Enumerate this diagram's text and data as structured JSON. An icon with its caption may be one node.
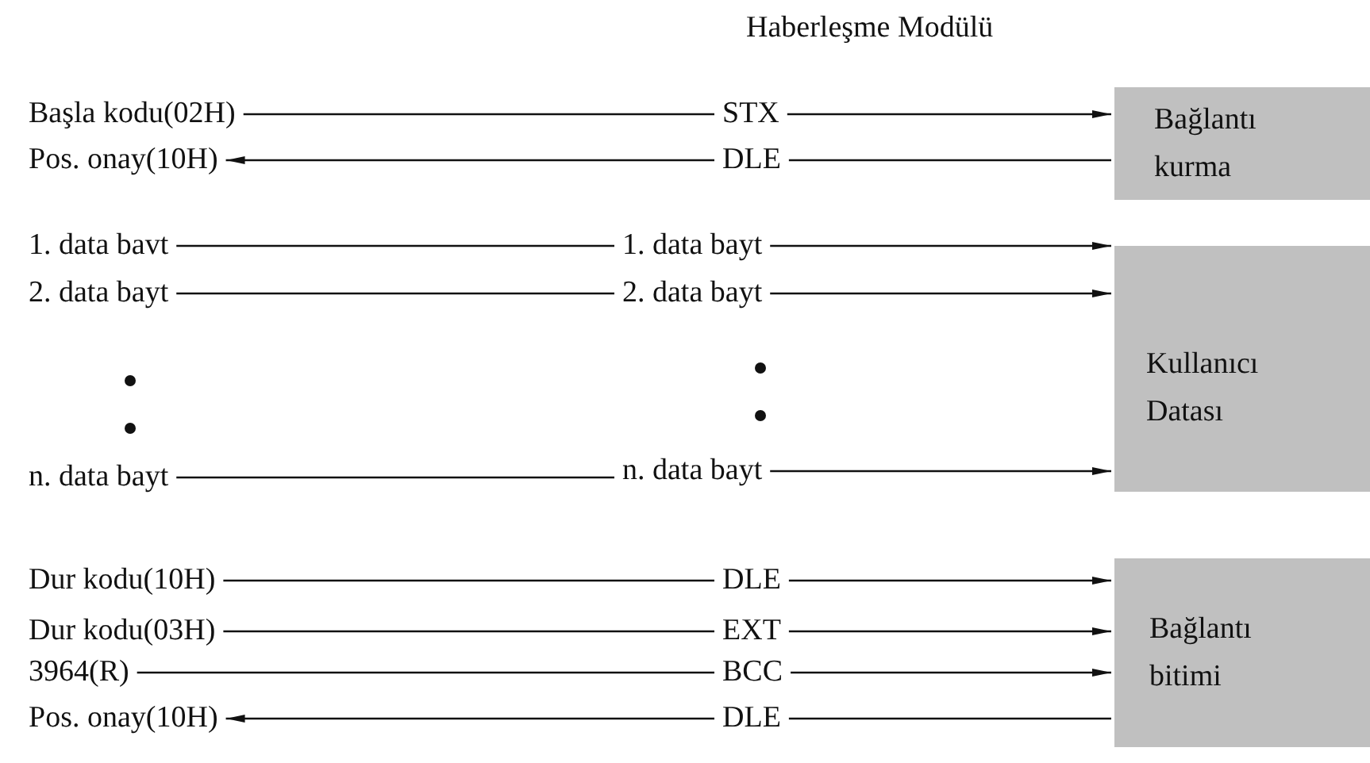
{
  "diagram": {
    "nodes": [
      {
        "text": [
          "Başla kodu(02H)"
        ]
      },
      {
        "text": [
          "STX"
        ]
      },
      {
        "text": [
          "Bağlantı kurma"
        ]
      },
      {
        "text": [
          "Pos. onay(10H)"
        ]
      },
      {
        "text": [
          "DLE"
        ]
      },
      {
        "text": [
          "1. data bavt"
        ]
      },
      {
        "text": [
          "1. data bayt"
        ]
      },
      {
        "text": [
          "Kullanıcı Datası"
        ]
      },
      {
        "text": [
          "2. data bayt"
        ]
      },
      {
        "text": [
          "2. data bayt"
        ]
      },
      {
        "text": [
          "n. data bayt"
        ]
      },
      {
        "text": [
          "n. data bayt"
        ]
      },
      {
        "text": [
          "Dur kodu(10H)"
        ]
      },
      {
        "text": [
          "DLE"
        ]
      },
      {
        "text": [
          "Bağlantı bitimi"
        ]
      },
      {
        "text": [
          "Dur kodu(03H)"
        ]
      },
      {
        "text": [
          "EXT"
        ]
      },
      {
        "text": [
          "3964(R)"
        ]
      },
      {
        "text": [
          "BCC"
        ]
      },
      {
        "text": [
          "Pos. onay(10H)"
        ]
      },
      {
        "text": [
          "DLE"
        ]
      }
    ],
    "edges": [
      {
        "from": 0,
        "to": 1,
        "arrow": "none"
      },
      {
        "from": 1,
        "to": 2,
        "arrow": "to"
      },
      {
        "from": 4,
        "to": 3,
        "arrow": "to"
      },
      {
        "from": 4,
        "to": 2,
        "arrow": "none"
      },
      {
        "from": 5,
        "to": 6,
        "arrow": "none"
      },
      {
        "from": 6,
        "to": 7,
        "arrow": "to"
      },
      {
        "from": 8,
        "to": 9,
        "arrow": "none"
      },
      {
        "from": 9,
        "to": 7,
        "arrow": "to"
      },
      {
        "from": 10,
        "to": 11,
        "arrow": "none"
      },
      {
        "from": 11,
        "to": 7,
        "arrow": "to"
      },
      {
        "from": 12,
        "to": 13,
        "arrow": "none"
      },
      {
        "from": 13,
        "to": 14,
        "arrow": "to"
      },
      {
        "from": 15,
        "to": 16,
        "arrow": "none"
      },
      {
        "from": 16,
        "to": 14,
        "arrow": "to"
      },
      {
        "from": 17,
        "to": 18,
        "arrow": "none"
      },
      {
        "from": 18,
        "to": 14,
        "arrow": "to"
      },
      {
        "from": 20,
        "to": 19,
        "arrow": "to"
      },
      {
        "from": 20,
        "to": 14,
        "arrow": "none"
      }
    ],
    "labels": [
      "Haberleşme Modülü"
    ]
  }
}
